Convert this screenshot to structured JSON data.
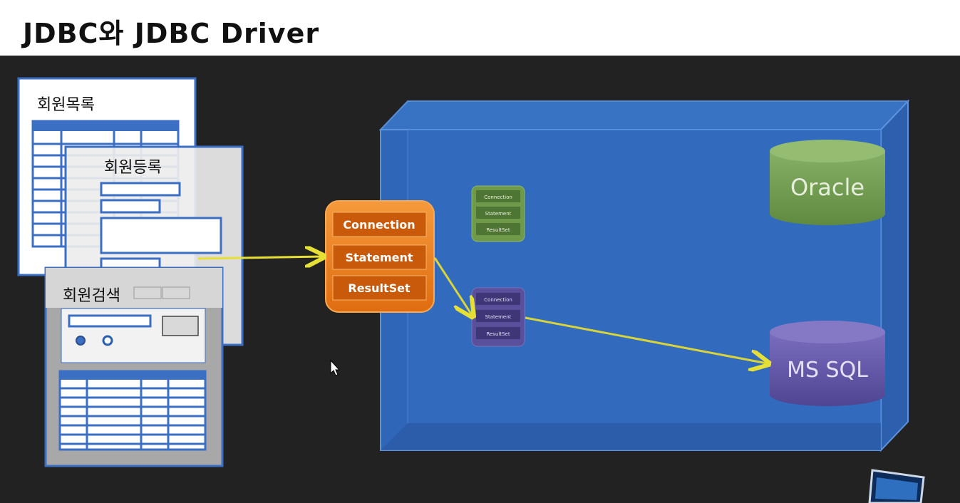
{
  "header": {
    "title": "JDBC와 JDBC Driver"
  },
  "pages": {
    "member_list": "회원목록",
    "member_register": "회원등록",
    "member_search": "회원검색"
  },
  "jdbc_driver": {
    "items": [
      "Connection",
      "Statement",
      "ResultSet"
    ]
  },
  "oracle_driver": {
    "items": [
      "Connection",
      "Statement",
      "ResultSet"
    ]
  },
  "mssql_driver": {
    "items": [
      "Connection",
      "Statement",
      "ResultSet"
    ]
  },
  "databases": {
    "oracle": "Oracle",
    "mssql": "MS SQL"
  },
  "colors": {
    "orange": "#e8731a",
    "green": "#6f9a4a",
    "purple": "#5a4f9a",
    "box_blue": "#2f66b8",
    "arrow": "#e6e036"
  }
}
